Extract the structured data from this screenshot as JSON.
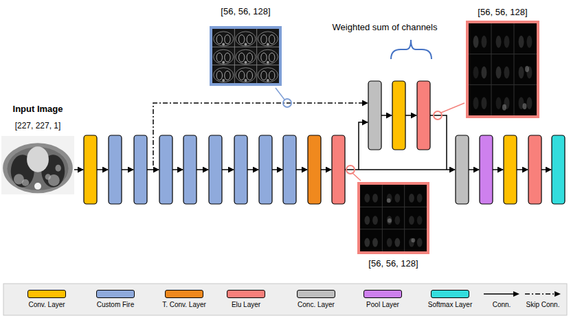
{
  "diagram": {
    "nodes": [
      {
        "text": [
          "Input Image",
          "[227, 227, 1]"
        ]
      },
      {
        "text": [
          "[56, 56, 128]"
        ]
      },
      {
        "text": [
          "[56, 56, 128]"
        ]
      },
      {
        "text": [
          "[56, 56, 128]"
        ]
      }
    ],
    "labels": [
      "Weighted sum of channels"
    ],
    "legend": [
      {
        "text": "Conv. Layer",
        "color": "#FFC000"
      },
      {
        "text": "Custom Fire",
        "color": "#8FAADC"
      },
      {
        "text": "T. Conv. Layer",
        "color": "#F0891E"
      },
      {
        "text": "Elu Layer",
        "color": "#F8807B"
      },
      {
        "text": "Conc. Layer",
        "color": "#BFBFBF"
      },
      {
        "text": "Pool Layer",
        "color": "#CE80EE"
      },
      {
        "text": "Softmax Layer",
        "color": "#33DDDD"
      },
      {
        "text": "Conn."
      },
      {
        "text": "Skip Conn."
      }
    ]
  }
}
